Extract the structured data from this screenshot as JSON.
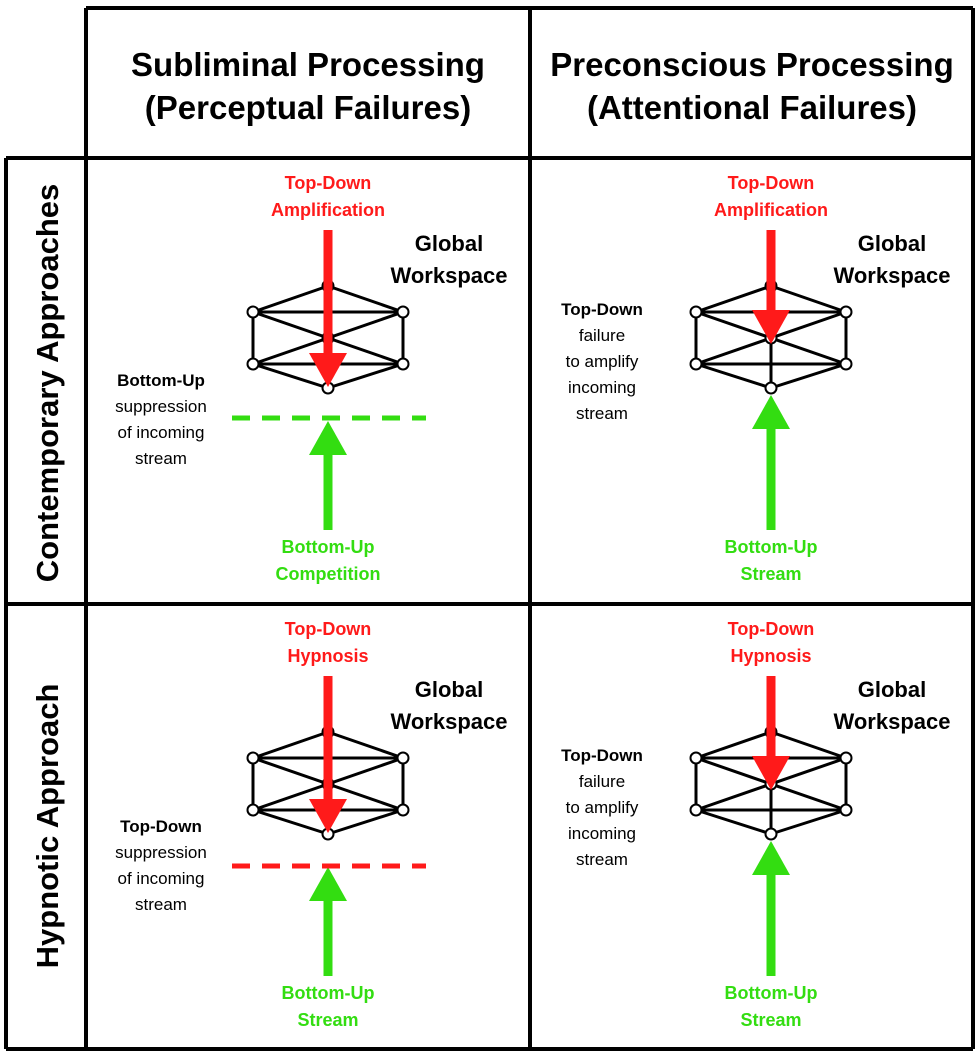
{
  "columns": [
    {
      "line1": "Subliminal Processing",
      "line2": "(Perceptual Failures)"
    },
    {
      "line1": "Preconscious Processing",
      "line2": "(Attentional Failures)"
    }
  ],
  "rows": [
    {
      "label": "Contemporary Approaches"
    },
    {
      "label": "Hypnotic Approach"
    }
  ],
  "cells": [
    {
      "id": "contemporary-subliminal",
      "top": [
        "Top-Down",
        "Amplification"
      ],
      "bottom": [
        "Bottom-Up",
        "Competition"
      ],
      "gw": [
        "Global",
        "Workspace"
      ],
      "side_bold": "Bottom-Up",
      "side_rest": [
        "suppression",
        "of incoming",
        "stream"
      ],
      "barrier": true,
      "barrier_color": "#33dd11"
    },
    {
      "id": "contemporary-preconscious",
      "top": [
        "Top-Down",
        "Amplification"
      ],
      "bottom": [
        "Bottom-Up",
        "Stream"
      ],
      "gw": [
        "Global",
        "Workspace"
      ],
      "side_bold": "Top-Down",
      "side_rest": [
        "failure",
        "to amplify",
        "incoming",
        "stream"
      ],
      "barrier": false,
      "barrier_color": ""
    },
    {
      "id": "hypnotic-subliminal",
      "top": [
        "Top-Down",
        "Hypnosis"
      ],
      "bottom": [
        "Bottom-Up",
        "Stream"
      ],
      "gw": [
        "Global",
        "Workspace"
      ],
      "side_bold": "Top-Down",
      "side_rest": [
        "suppression",
        "of incoming",
        "stream"
      ],
      "barrier": true,
      "barrier_color": "#ff1a1a"
    },
    {
      "id": "hypnotic-preconscious",
      "top": [
        "Top-Down",
        "Hypnosis"
      ],
      "bottom": [
        "Bottom-Up",
        "Stream"
      ],
      "gw": [
        "Global",
        "Workspace"
      ],
      "side_bold": "Top-Down",
      "side_rest": [
        "failure",
        "to amplify",
        "incoming",
        "stream"
      ],
      "barrier": false,
      "barrier_color": ""
    }
  ],
  "colors": {
    "top_down": "#ff1a1a",
    "bottom_up": "#33dd11",
    "grid": "#000000"
  }
}
